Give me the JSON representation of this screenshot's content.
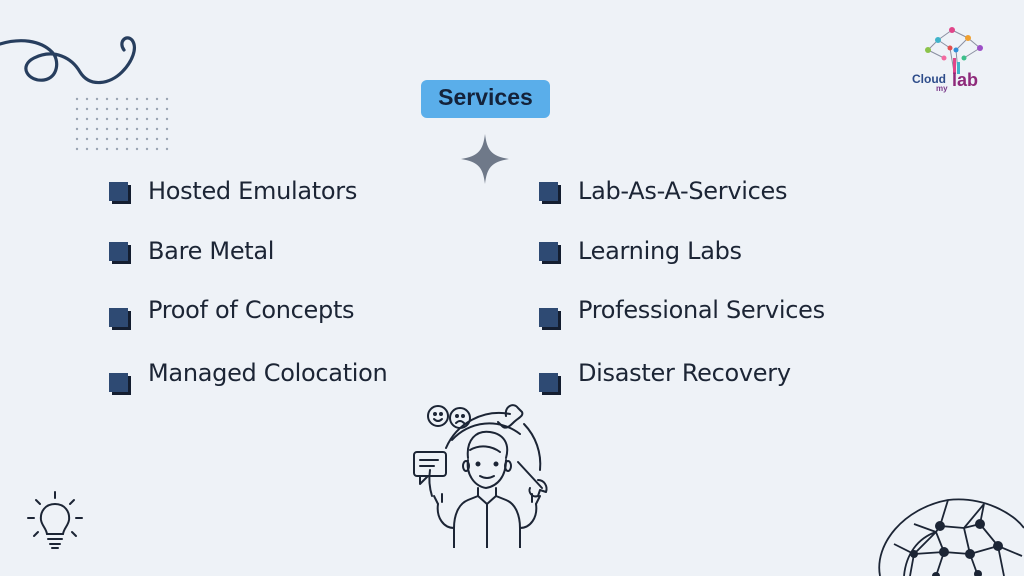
{
  "header": {
    "badge_label": "Services"
  },
  "services_left": [
    "Hosted Emulators",
    "Bare Metal",
    "Proof of Concepts",
    "Managed Colocation"
  ],
  "services_right": [
    "Lab-As-A-Services",
    "Learning Labs",
    "Professional Services",
    "Disaster Recovery"
  ],
  "logo": {
    "word1": "Cloud",
    "word2": "my",
    "word3": "lab"
  },
  "colors": {
    "background": "#eef2f7",
    "badge": "#5aaeea",
    "bullet": "#2e4a73",
    "text": "#1c2535"
  },
  "icons": [
    "squiggle-decoration",
    "dot-grid-decoration",
    "sparkle-star-icon",
    "lightbulb-icon",
    "support-person-illustration",
    "neural-network-decoration",
    "cloudmylab-logo"
  ]
}
